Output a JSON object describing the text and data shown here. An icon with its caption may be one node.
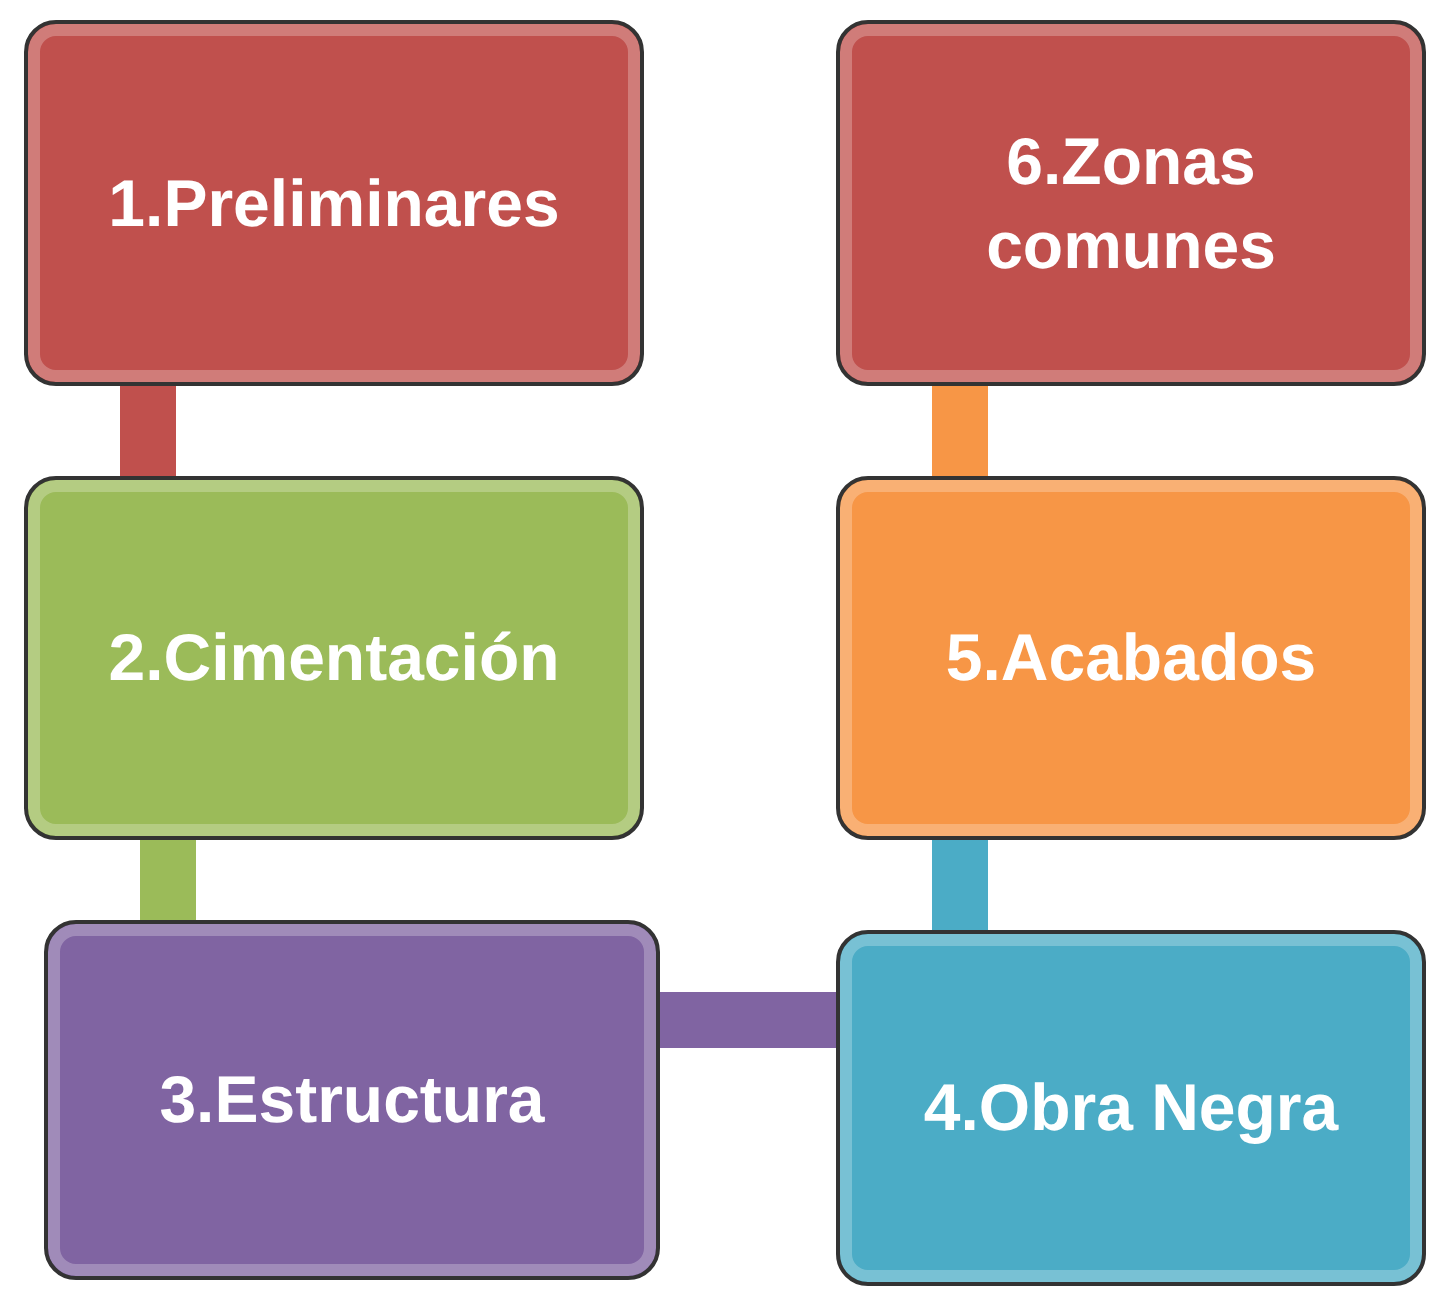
{
  "diagram": {
    "nodes": [
      {
        "text": [
          "1.Preliminares"
        ]
      },
      {
        "text": [
          "2.Cimentación"
        ]
      },
      {
        "text": [
          "3.Estructura"
        ]
      },
      {
        "text": [
          "4.Obra Negra"
        ]
      },
      {
        "text": [
          "5.Acabados"
        ]
      },
      {
        "text": [
          "6.Zonas comunes"
        ]
      }
    ],
    "edges": [
      {
        "from": 0,
        "to": 1,
        "arrow": "none",
        "color": "#c0504d"
      },
      {
        "from": 1,
        "to": 2,
        "arrow": "none",
        "color": "#9bbb59"
      },
      {
        "from": 2,
        "to": 3,
        "arrow": "none",
        "color": "#8064a2"
      },
      {
        "from": 3,
        "to": 4,
        "arrow": "none",
        "color": "#4bacc6"
      },
      {
        "from": 4,
        "to": 5,
        "arrow": "none",
        "color": "#f79646"
      }
    ]
  }
}
